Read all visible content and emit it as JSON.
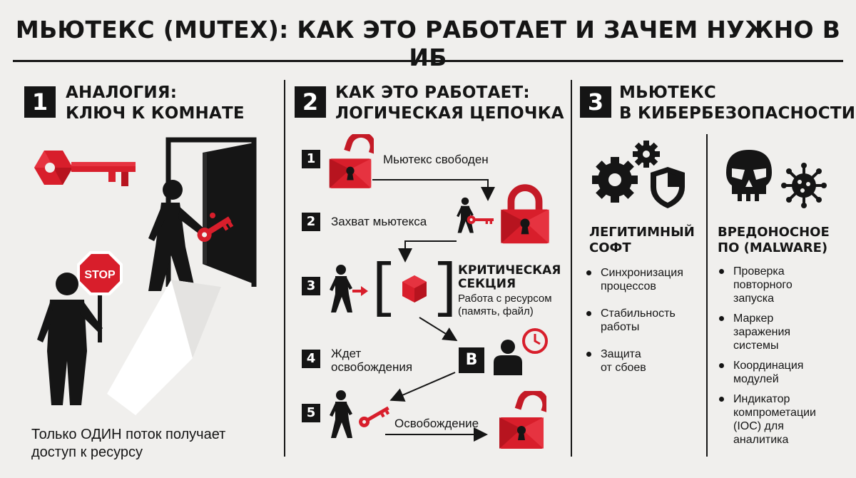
{
  "title": "МЬЮТЕКС (MUTEX): КАК ЭТО РАБОТАЕТ И ЗАЧЕМ НУЖНО В ИБ",
  "colors": {
    "accent": "#d81e2b",
    "ink": "#151515",
    "background": "#f0efed"
  },
  "sections": [
    {
      "number": "1",
      "title_line1": "АНАЛОГИЯ:",
      "title_line2": "КЛЮЧ К КОМНАТЕ"
    },
    {
      "number": "2",
      "title_line1": "КАК ЭТО РАБОТАЕТ:",
      "title_line2": "ЛОГИЧЕСКАЯ ЦЕПОЧКА"
    },
    {
      "number": "3",
      "title_line1": "МЬЮТЕКС",
      "title_line2": "В КИБЕРБЕЗОПАСНОСТИ"
    }
  ],
  "analogy": {
    "stop_sign": "STOP",
    "caption_line1": "Только ОДИН поток получает",
    "caption_line2": "доступ к ресурсу",
    "icons": [
      "key-icon",
      "door-icon",
      "person-icon",
      "stop-sign-icon"
    ]
  },
  "chain": {
    "steps": [
      {
        "number": "1",
        "label": "Мьютекс свободен"
      },
      {
        "number": "2",
        "label": "Захват мьютекса"
      },
      {
        "number": "3",
        "label": ""
      },
      {
        "number": "4",
        "label_line1": "Ждет",
        "label_line2": "освобождения"
      },
      {
        "number": "5",
        "label": "Освобождение"
      }
    ],
    "critical_title_line1": "КРИТИЧЕСКАЯ",
    "critical_title_line2": "СЕКЦИЯ",
    "critical_sub_line1": "Работа с ресурсом",
    "critical_sub_line2": "(память, файл)",
    "waiting_thread": "B"
  },
  "security": {
    "legit": {
      "title_line1": "ЛЕГИТИМНЫЙ",
      "title_line2": "СОФТ",
      "items": [
        {
          "line1": "Синхронизация",
          "line2": "процессов"
        },
        {
          "line1": "Стабильность",
          "line2": "работы"
        },
        {
          "line1": "Защита",
          "line2": "от сбоев"
        }
      ]
    },
    "malware": {
      "title_line1": "ВРЕДОНОСНОЕ",
      "title_line2": "ПО (MALWARE)",
      "items": [
        {
          "line1": "Проверка",
          "line2": "повторного",
          "line3": "запуска"
        },
        {
          "line1": "Маркер",
          "line2": "заражения",
          "line3": "системы"
        },
        {
          "line1": "Координация",
          "line2": "модулей"
        },
        {
          "line1": "Индикатор",
          "line2": "компрометации",
          "line3": "(IOC) для",
          "line4": "аналитика"
        }
      ]
    }
  }
}
